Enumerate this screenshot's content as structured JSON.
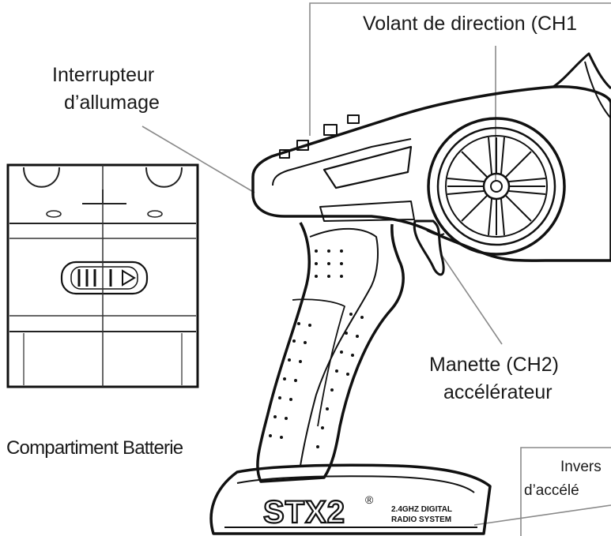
{
  "labels": {
    "steering": "Volant de direction (CH1",
    "power_switch_line1": "Interrupteur",
    "power_switch_line2": "d’allumage",
    "throttle_line1": "Manette (CH2)",
    "throttle_line2": "accélérateur",
    "battery": "Compartiment Batterie",
    "reverse_line1": "Invers",
    "reverse_line2": "d’accélé"
  },
  "brand": {
    "model": "STX2",
    "registered_mark": "®",
    "subtitle_line1": "2.4GHZ DIGITAL",
    "subtitle_line2": "RADIO SYSTEM"
  }
}
